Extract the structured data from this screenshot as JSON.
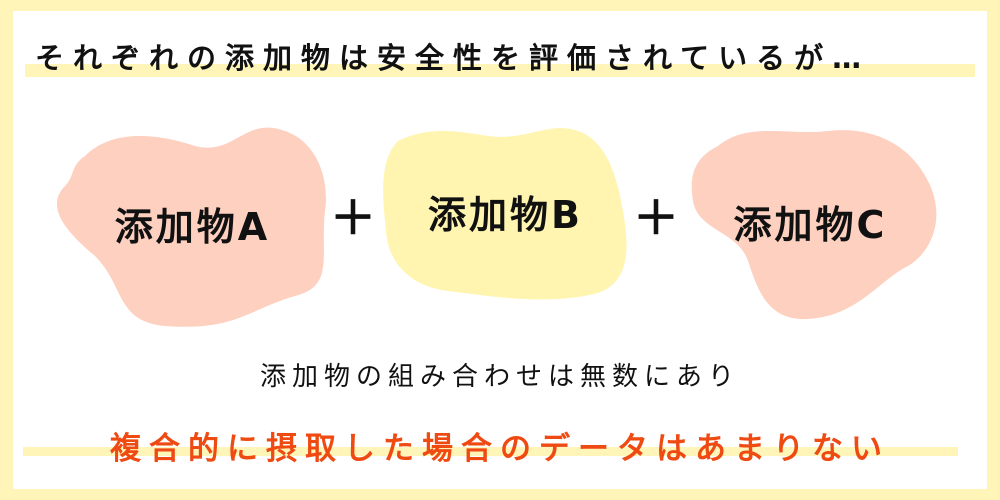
{
  "headline": "それぞれの添加物は安全性を評価されているが…",
  "additives": [
    {
      "label": "添加物A",
      "color": "#fdd0c0"
    },
    {
      "label": "添加物B",
      "color": "#fff5b0"
    },
    {
      "label": "添加物C",
      "color": "#fdd0c0"
    }
  ],
  "operators": [
    "＋",
    "＋"
  ],
  "subtext": "添加物の組み合わせは無数にあり",
  "conclusion": "複合的に摂取した場合のデータはあまりない",
  "colors": {
    "frame": "#fff5b8",
    "accent": "#ee4a12",
    "blob_pink": "#fdd0c0",
    "blob_yellow": "#fff5b0"
  }
}
